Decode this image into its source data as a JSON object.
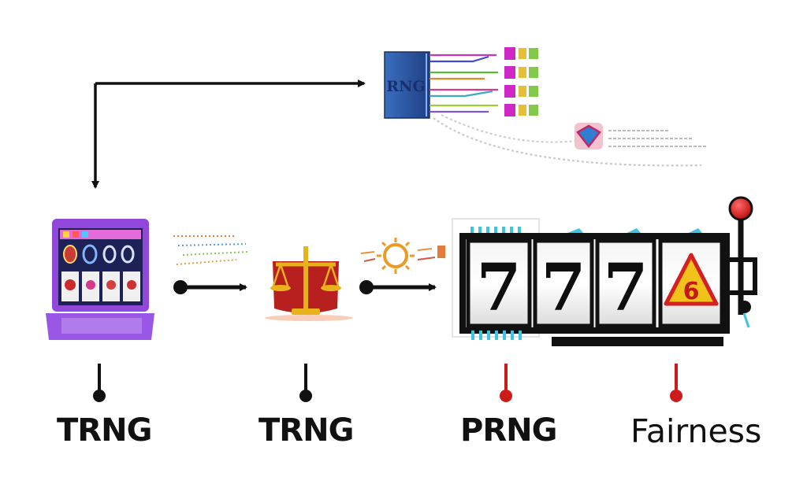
{
  "chip": {
    "label": "RNG"
  },
  "slot": {
    "reels": [
      "7",
      "7",
      "7"
    ],
    "symbol": "6"
  },
  "labels": {
    "one": "TRNG",
    "two": "TRNG",
    "three": "PRNG",
    "four": "Fairness"
  },
  "colors": {
    "laptop": "#8f48d9",
    "laptop_screen": "#1d2155",
    "chip": "#2e5ba8",
    "scale_box": "#b81f1f",
    "scale_gold": "#e7b21a",
    "black_connector": "#111111",
    "red_connector": "#cc1b1b",
    "teal_accent": "#3ec4df",
    "pink_block": "#d028c6"
  }
}
